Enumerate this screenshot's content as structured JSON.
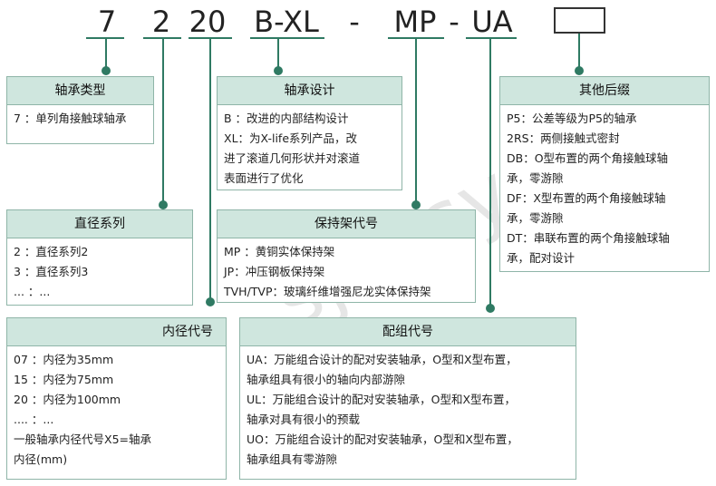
{
  "code": {
    "p1": "7",
    "p2": "2",
    "p3": "20",
    "p4": "B-XL",
    "sep1": "-",
    "p5": "MP",
    "sep2": "-",
    "p6": "UA"
  },
  "watermark": "sjzbsy.com",
  "boxes": {
    "bearing_type": {
      "title": "轴承类型",
      "lines": [
        "7 ：单列角接触球轴承"
      ]
    },
    "diameter_series": {
      "title": "直径系列",
      "lines": [
        "2 ：直径系列2",
        "3 ：直径系列3",
        "... ：..."
      ]
    },
    "bore_code": {
      "title": "内径代号",
      "lines": [
        "07 ：内径为35mm",
        "15 ：内径为75mm",
        "20 ：内径为100mm",
        "....  ：...",
        "一般轴承内径代号X5=轴承",
        "内径(mm)"
      ]
    },
    "design": {
      "title": "轴承设计",
      "lines": [
        "B ：改进的内部结构设计",
        "XL：为X-life系列产品，改",
        "进了滚道几何形状并对滚道",
        "表面进行了优化"
      ]
    },
    "cage": {
      "title": "保持架代号",
      "lines": [
        "MP ：黄铜实体保持架",
        "JP：冲压钢板保持架",
        "TVH/TVP：玻璃纤维增强尼龙实体保持架"
      ]
    },
    "pairing": {
      "title": "配组代号",
      "lines": [
        "UA：万能组合设计的配对安装轴承，O型和X型布置，",
        "轴承组具有很小的轴向内部游隙",
        "UL：万能组合设计的配对安装轴承，O型和X型布置，",
        "轴承对具有很小的预载",
        "UO：万能组合设计的配对安装轴承，O型和X型布置，",
        "轴承组具有零游隙"
      ]
    },
    "suffix": {
      "title": "其他后缀",
      "lines": [
        "P5：公差等级为P5的轴承",
        "2RS：两侧接触式密封",
        "DB：O型布置的两个角接触球轴",
        "承，零游隙",
        "DF：X型布置的两个角接触球轴",
        "承，零游隙",
        "DT：串联布置的两个角接触球轴",
        "承，配对设计"
      ]
    }
  }
}
